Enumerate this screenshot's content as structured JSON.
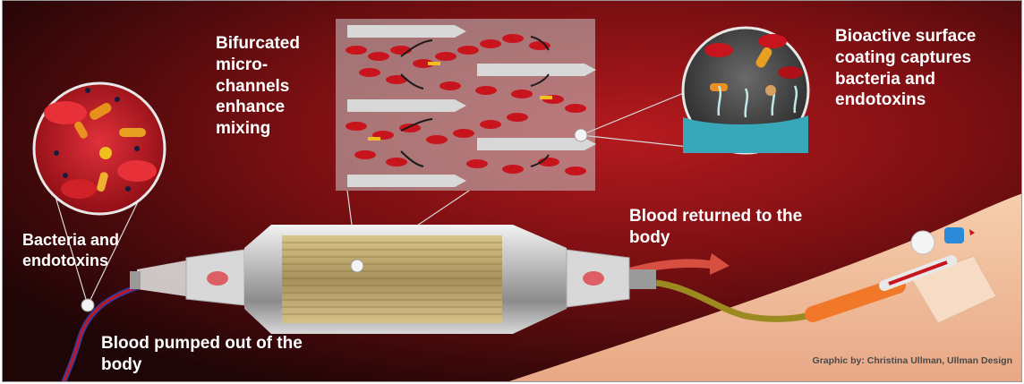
{
  "labels": {
    "mixing": "Bifurcated micro- channels enhance mixing",
    "coating": "Bioactive surface coating captures bacteria and endotoxins",
    "bacteria": "Bacteria and endotoxins",
    "returned": "Blood returned to the body",
    "pumped": "Blood pumped out of the body"
  },
  "credit": "Graphic by: Christina Ullman, Ullman Design",
  "colors": {
    "background_dark": "#2a0708",
    "background_red": "#a3161a",
    "blood": "#c8141c",
    "skin": "#f2c4a0",
    "label_text": "#ffffff"
  }
}
